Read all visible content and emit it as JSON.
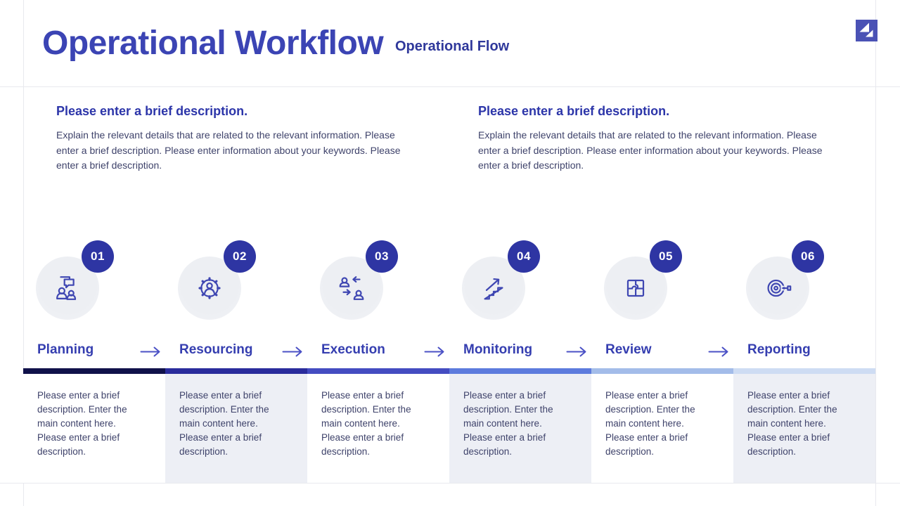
{
  "header": {
    "title": "Operational Workflow",
    "subtitle": "Operational Flow",
    "logo_icon": "double-triangle-logo"
  },
  "intro_blocks": [
    {
      "heading": "Please enter a brief description.",
      "body": "Explain the relevant details that are related to the relevant information. Please enter a brief description. Please enter information about your keywords. Please enter a brief description."
    },
    {
      "heading": "Please enter a brief description.",
      "body": "Explain the relevant details that are related to the relevant information. Please enter a brief description. Please enter information about your keywords. Please enter a brief description."
    }
  ],
  "steps": [
    {
      "number": "01",
      "title": "Planning",
      "icon": "meeting-discussion-icon",
      "bar_color": "#10114a",
      "cell_bg": "#ffffff",
      "description": "Please enter a brief description.  Enter the main content here. Please enter a brief description."
    },
    {
      "number": "02",
      "title": "Resourcing",
      "icon": "gear-user-icon",
      "bar_color": "#2a2c9c",
      "cell_bg": "#edeff5",
      "description": "Please enter a brief description.  Enter the main content here. Please enter a brief description."
    },
    {
      "number": "03",
      "title": "Execution",
      "icon": "people-exchange-icon",
      "bar_color": "#444cc1",
      "cell_bg": "#ffffff",
      "description": "Please enter a brief description.  Enter the main content here. Please enter a brief description."
    },
    {
      "number": "04",
      "title": "Monitoring",
      "icon": "growth-stairs-icon",
      "bar_color": "#5d7bdd",
      "cell_bg": "#edeff5",
      "description": "Please enter a brief description.  Enter the main content here. Please enter a brief description."
    },
    {
      "number": "05",
      "title": "Review",
      "icon": "puzzle-icon",
      "bar_color": "#a3bce9",
      "cell_bg": "#ffffff",
      "description": "Please enter a brief description.  Enter the main content here. Please enter a brief description."
    },
    {
      "number": "06",
      "title": "Reporting",
      "icon": "target-arrow-icon",
      "bar_color": "#cedcf3",
      "cell_bg": "#edeff5",
      "description": "Please enter a brief description.  Enter the main content here. Please enter a brief description."
    }
  ],
  "colors": {
    "accent": "#3b44b4",
    "subtitle": "#2f389b",
    "heading": "#2c35a9",
    "step_title": "#353eb0",
    "badge_bg": "#2e35a3",
    "icon_stroke": "#3f47b2",
    "arrow": "#4a50c5",
    "body_text": "#3f436b",
    "logo_bg": "#4a52b5",
    "guide_line": "#e8e9ee"
  }
}
